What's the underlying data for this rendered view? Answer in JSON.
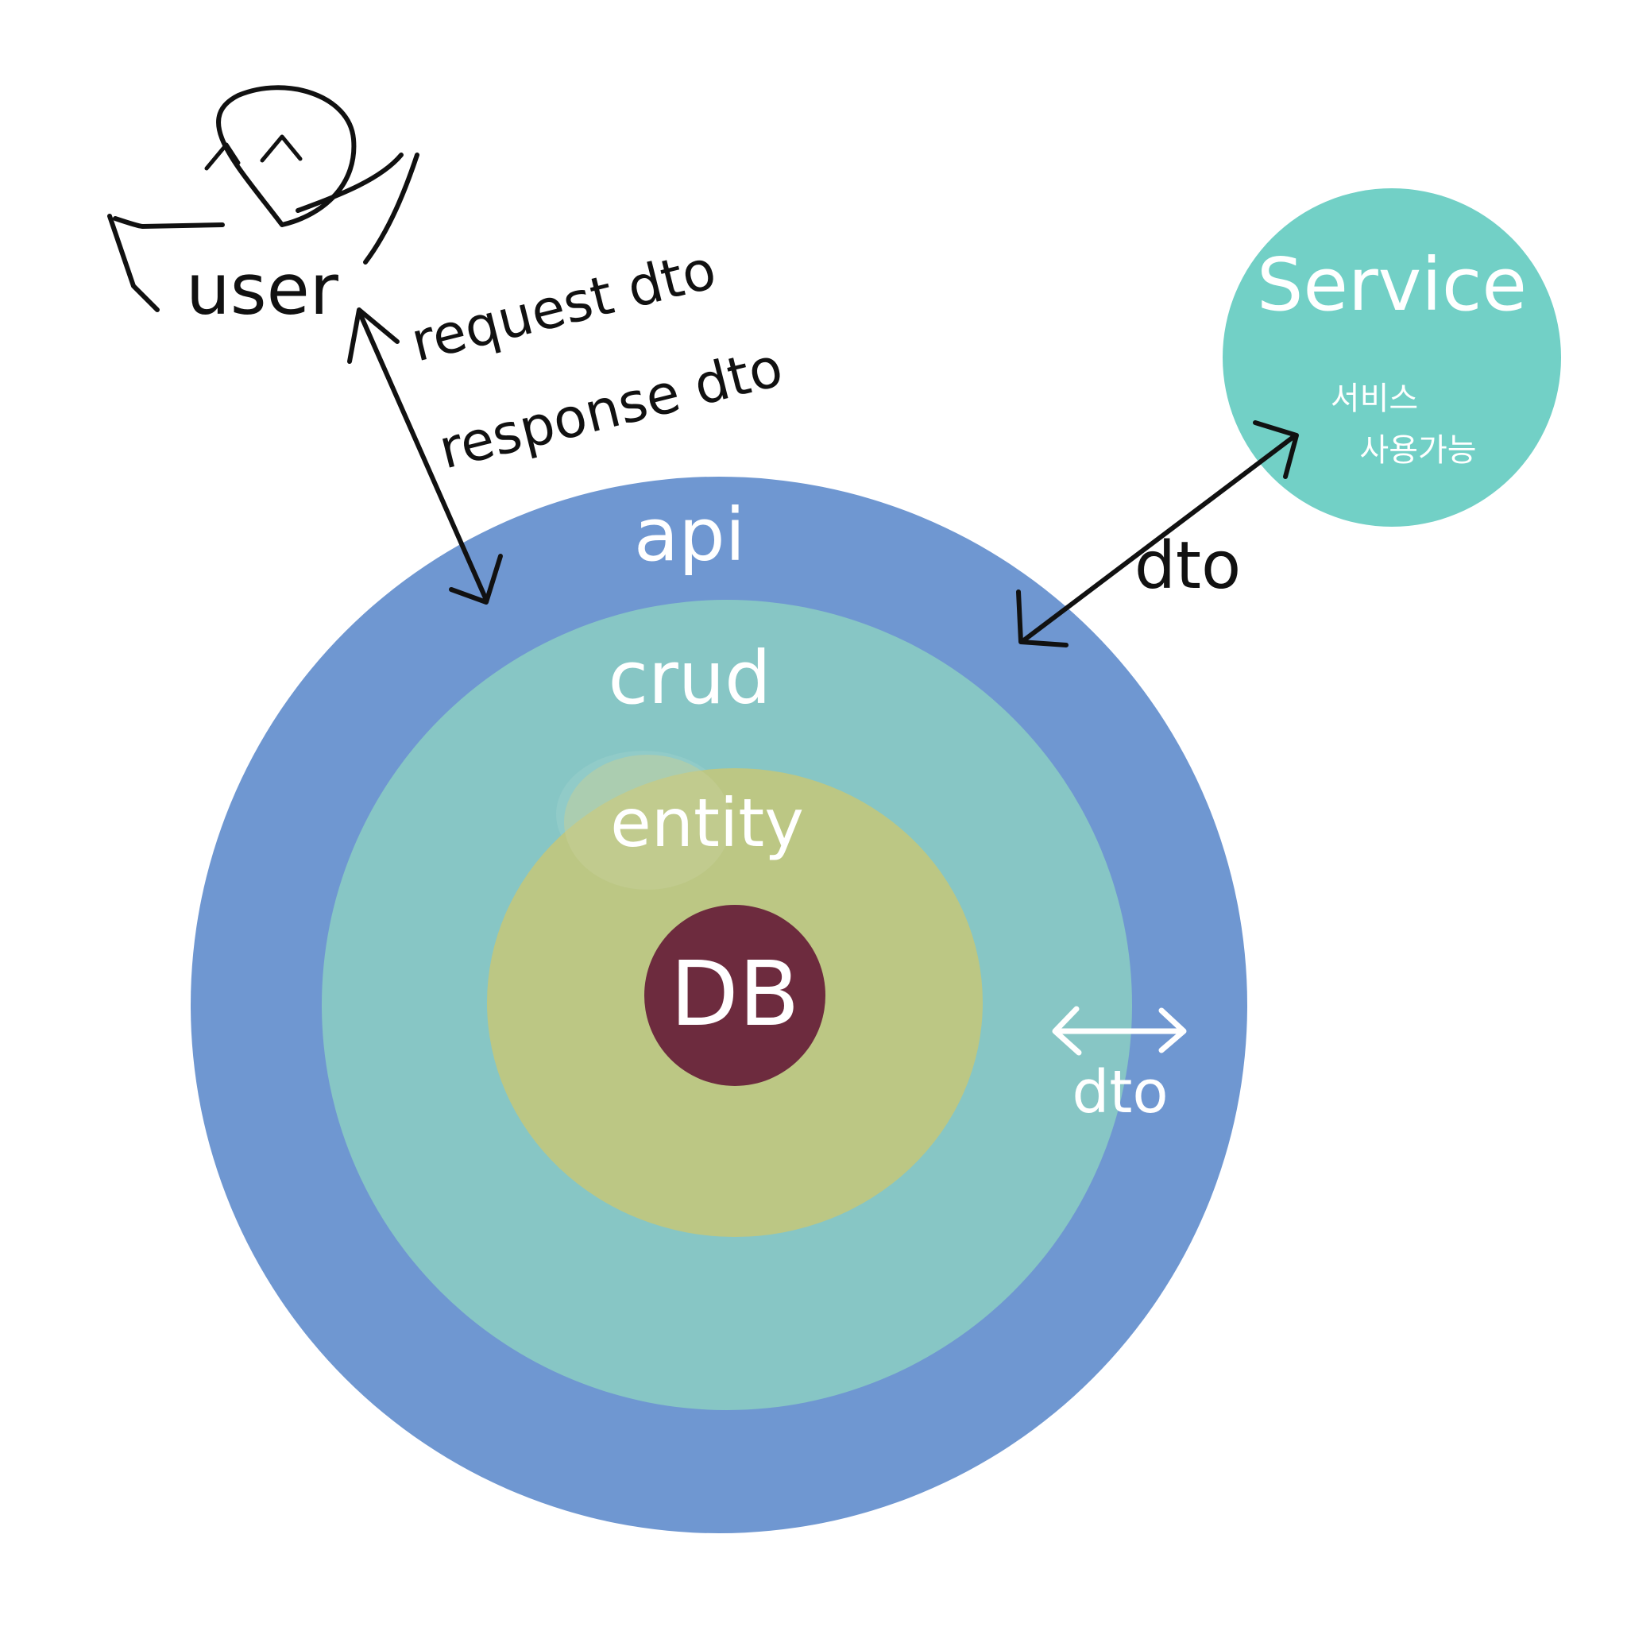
{
  "layers": {
    "api": {
      "label": "api",
      "color": "#6f97d1"
    },
    "crud": {
      "label": "crud",
      "color": "#87c6c5"
    },
    "entity": {
      "label": "entity",
      "color": "#bcc784"
    },
    "db": {
      "label": "DB",
      "color": "#6d2b3e"
    }
  },
  "user": {
    "label": "user"
  },
  "user_arrow": {
    "request_label": "request dto",
    "response_label": "response dto"
  },
  "service": {
    "title": "Service",
    "note_line1": "서비스",
    "note_line2": "사용가능",
    "color": "#72d0c6"
  },
  "service_arrow": {
    "label": "dto"
  },
  "inner_arrow": {
    "label": "dto"
  },
  "colors": {
    "ink": "#111111",
    "light_ink": "#ffffff",
    "background": "#ffffff"
  },
  "icons": {
    "user": "stick-figure-user-icon"
  }
}
